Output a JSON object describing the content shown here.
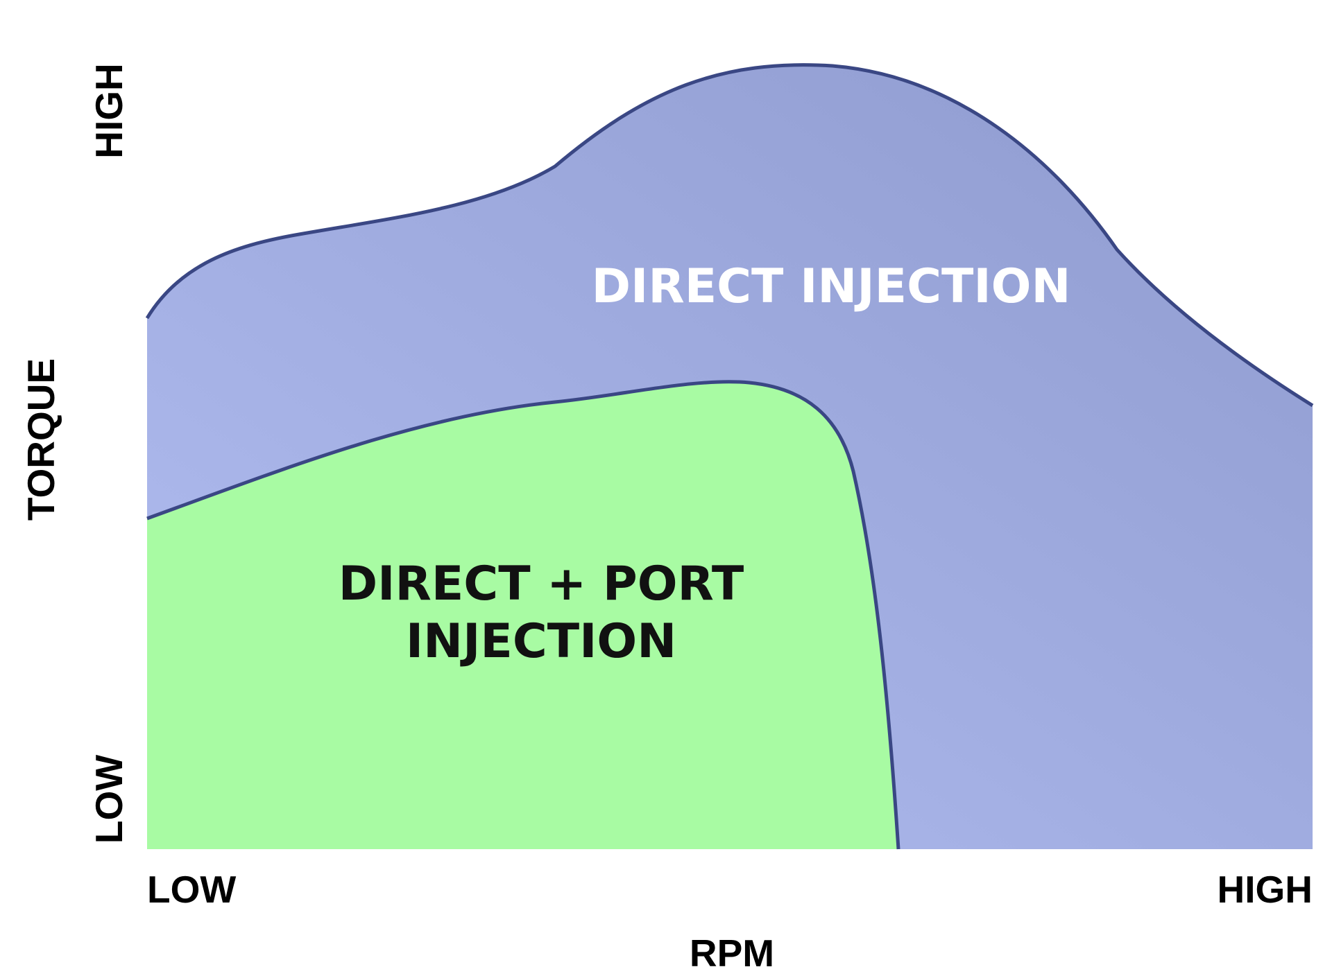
{
  "axes": {
    "y_title": "TORQUE",
    "y_low": "LOW",
    "y_high": "HIGH",
    "x_title": "RPM",
    "x_low": "LOW",
    "x_high": "HIGH"
  },
  "regions": {
    "direct_injection": {
      "label": "DIRECT INJECTION",
      "color_light": "#B2BEF2",
      "color_dark": "#8E9ACE",
      "label_color": "#FFFFFF"
    },
    "direct_port_injection": {
      "label_line1": "DIRECT + PORT",
      "label_line2": "INJECTION",
      "color": "#A8FBA3",
      "label_color": "#111111"
    }
  },
  "colors": {
    "outline": "#3A4784",
    "text": "#000000"
  }
}
